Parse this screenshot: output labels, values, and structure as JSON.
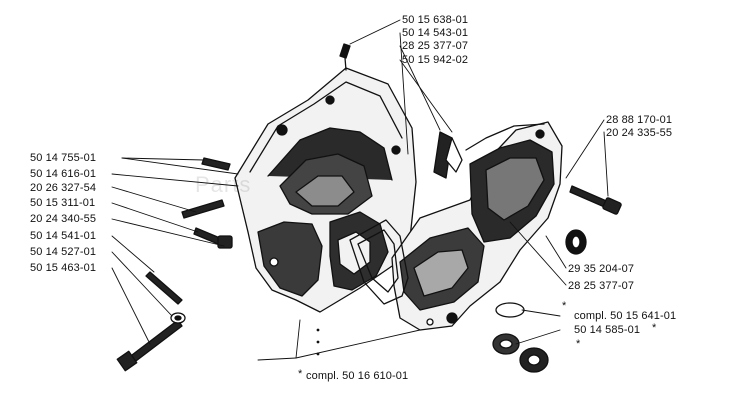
{
  "watermark": "Parts",
  "labels": {
    "top1": "50 15 638-01",
    "top2": "50 14 543-01",
    "top3": "28 25 377-07",
    "top4": "50 15 942-02",
    "right1": "28 88 170-01",
    "right2": "20 24 335-55",
    "left1": "50 14 755-01",
    "left2": "50 14 616-01",
    "left3": "20 26 327-54",
    "left4": "50 15 311-01",
    "left5": "20 24 340-55",
    "left6": "50 14 541-01",
    "left7": "50 14 527-01",
    "left8": "50 15 463-01",
    "mid1": "29 35 204-07",
    "mid2": "28 25 377-07",
    "compl1": "compl. 50 15 641-01",
    "mid3": "50 14 585-01",
    "compl2": "compl. 50 16 610-01"
  },
  "asterisk": "*"
}
